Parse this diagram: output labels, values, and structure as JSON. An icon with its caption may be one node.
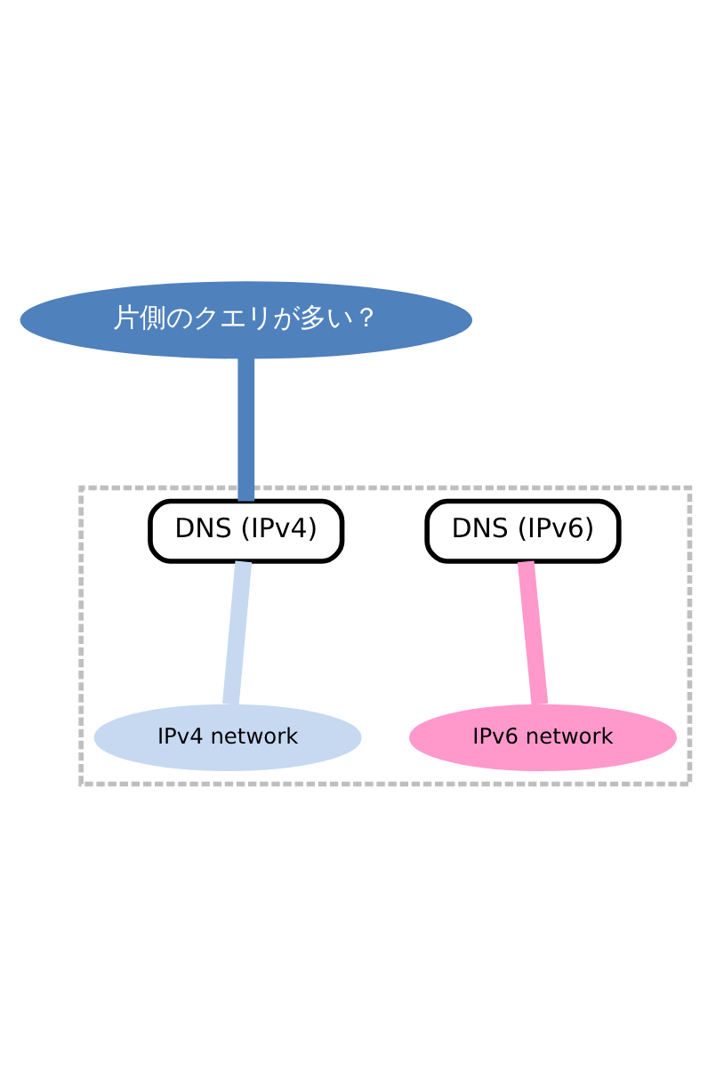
{
  "diagram": {
    "nodes": [
      {
        "text": [
          "片側のクエリが多い？"
        ]
      },
      {
        "text": [],
        "shape": "box"
      },
      {
        "text": [
          "DNS (IPv4)"
        ],
        "in": 1
      },
      {
        "text": [
          "DNS (IPv6)"
        ],
        "in": 1
      },
      {
        "text": [
          "IPv4 network"
        ],
        "in": 1
      },
      {
        "text": [
          "IPv6 network"
        ],
        "in": 1
      }
    ],
    "edges": [
      {
        "from": 0,
        "to": 2,
        "arrow": "none"
      },
      {
        "from": 2,
        "to": 4,
        "arrow": "none",
        "color": "#c6d9f1"
      },
      {
        "from": 3,
        "to": 5,
        "arrow": "none",
        "color": "#ff99cc"
      }
    ]
  }
}
